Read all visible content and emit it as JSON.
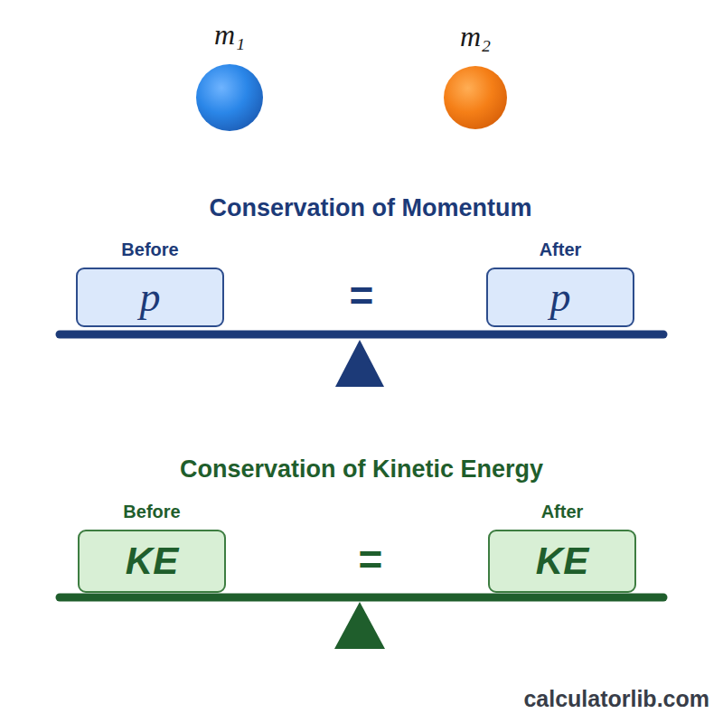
{
  "diagram": {
    "nodes": [
      {
        "text": [
          "m₁"
        ]
      },
      {
        "text": [
          "m₂"
        ]
      },
      {
        "text": [
          "Before",
          "p"
        ]
      },
      {
        "text": [
          "After",
          "p"
        ]
      },
      {
        "text": [
          "Before",
          "KE"
        ]
      },
      {
        "text": [
          "After",
          "KE"
        ]
      }
    ],
    "labels": [
      "Conservation of Momentum",
      "=",
      "Conservation of Kinetic Energy",
      "=",
      "calculatorlib.com"
    ]
  }
}
